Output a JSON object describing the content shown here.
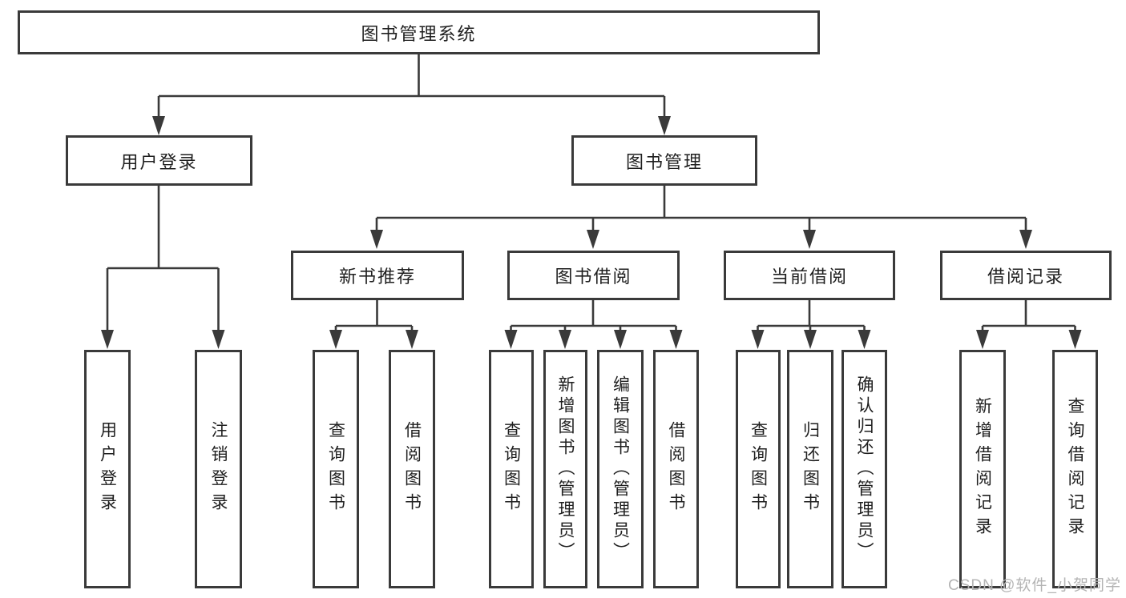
{
  "diagram": {
    "title": "图书管理系统",
    "root": {
      "label": "图书管理系统"
    },
    "level2": [
      {
        "label": "用户登录",
        "parent": "图书管理系统"
      },
      {
        "label": "图书管理",
        "parent": "图书管理系统"
      }
    ],
    "level3": [
      {
        "label": "新书推荐",
        "parent": "图书管理"
      },
      {
        "label": "图书借阅",
        "parent": "图书管理"
      },
      {
        "label": "当前借阅",
        "parent": "图书管理"
      },
      {
        "label": "借阅记录",
        "parent": "图书管理"
      }
    ],
    "leaves": [
      {
        "label": "用户登录",
        "parent": "用户登录"
      },
      {
        "label": "注销登录",
        "parent": "用户登录"
      },
      {
        "label": "查询图书",
        "parent": "新书推荐"
      },
      {
        "label": "借阅图书",
        "parent": "新书推荐"
      },
      {
        "label": "查询图书",
        "parent": "图书借阅"
      },
      {
        "label": "新增图书（管理员）",
        "parent": "图书借阅"
      },
      {
        "label": "编辑图书（管理员）",
        "parent": "图书借阅"
      },
      {
        "label": "借阅图书",
        "parent": "图书借阅"
      },
      {
        "label": "查询图书",
        "parent": "当前借阅"
      },
      {
        "label": "归还图书",
        "parent": "当前借阅"
      },
      {
        "label": "确认归还（管理员）",
        "parent": "当前借阅"
      },
      {
        "label": "新增借阅记录",
        "parent": "借阅记录"
      },
      {
        "label": "查询借阅记录",
        "parent": "借阅记录"
      }
    ]
  },
  "watermark": {
    "text": "CSDN @软件_小贺同学"
  },
  "colors": {
    "line": "#3a3a3a",
    "text": "#1f1f1f",
    "watermark": "#b4b4b4",
    "background": "#ffffff"
  }
}
